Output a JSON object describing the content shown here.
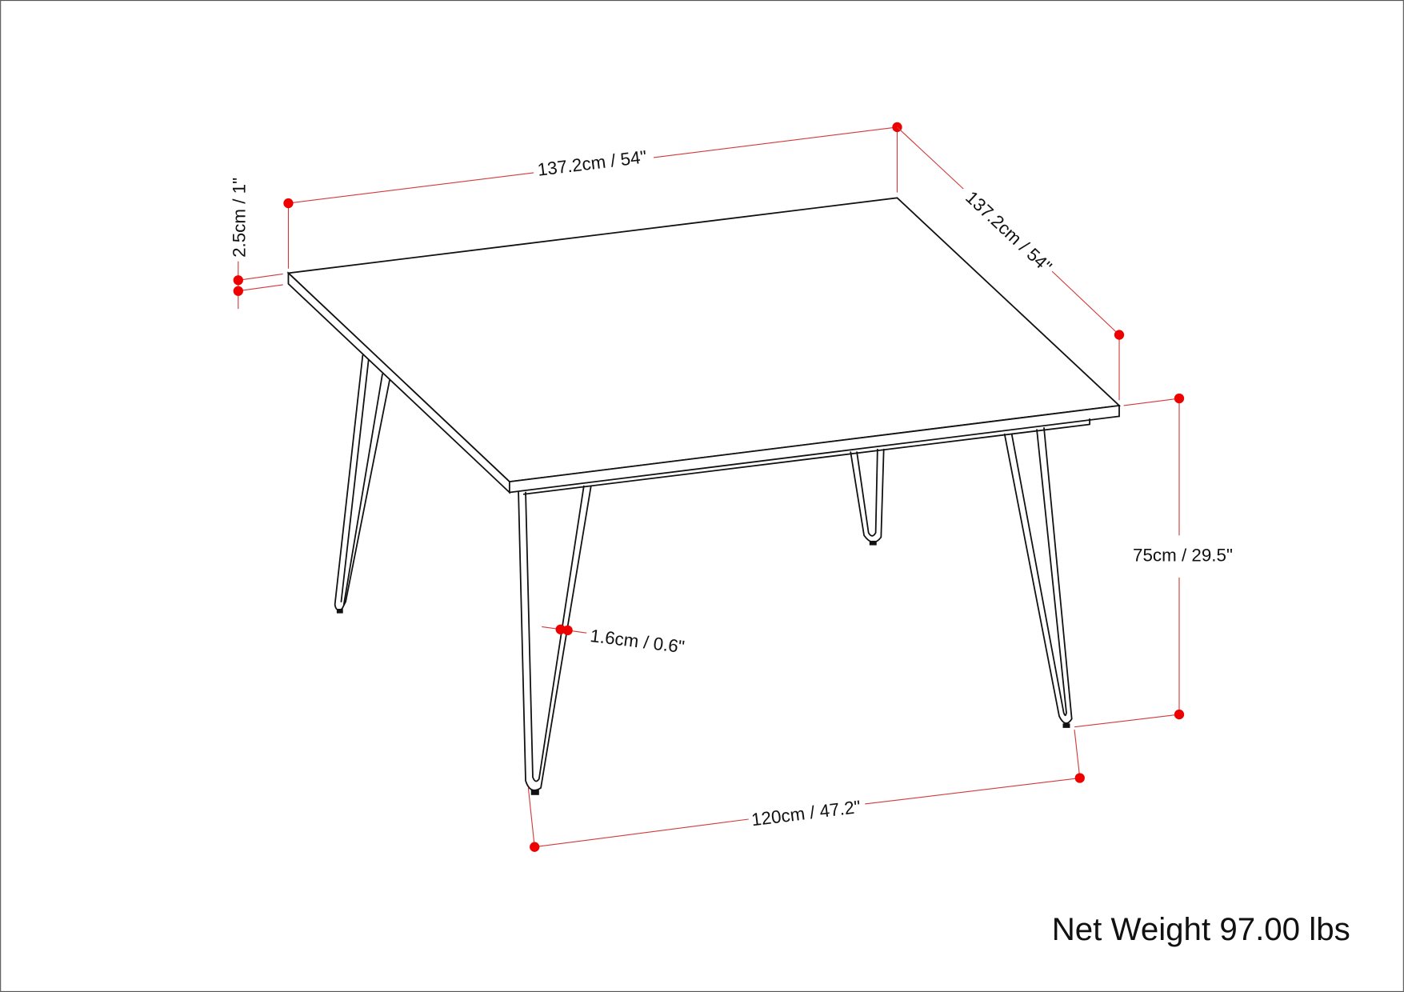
{
  "dimensions": {
    "width": "137.2cm / 54\"",
    "depth": "137.2cm / 54\"",
    "top_thickness": "2.5cm / 1\"",
    "height": "75cm / 29.5\"",
    "leg_span": "120cm / 47.2\"",
    "rod_diameter": "1.6cm / 0.6\""
  },
  "net_weight": "Net Weight 97.00 lbs",
  "colors": {
    "dimension_line": "#d23a3a",
    "dimension_dot": "#ee0000",
    "outline": "#111111"
  }
}
